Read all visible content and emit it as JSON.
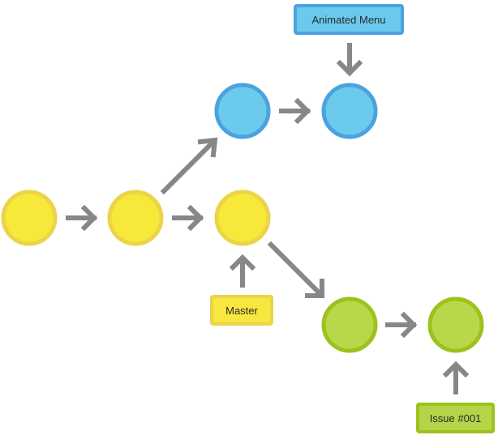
{
  "colors": {
    "yellow_fill": "#f7e83a",
    "yellow_border": "#ecd449",
    "blue_fill": "#6ccbec",
    "blue_border": "#4aa3de",
    "green_fill": "#b8d84a",
    "green_border": "#9cc21b",
    "arrow": "#878787"
  },
  "labels": {
    "animated_menu": "Animated Menu",
    "master": "Master",
    "issue": "Issue #001"
  },
  "nodes": [
    {
      "branch": "master",
      "color": "yellow"
    },
    {
      "branch": "master",
      "color": "yellow"
    },
    {
      "branch": "master",
      "color": "yellow"
    },
    {
      "branch": "animated-menu",
      "color": "blue"
    },
    {
      "branch": "animated-menu",
      "color": "blue"
    },
    {
      "branch": "issue-001",
      "color": "green"
    },
    {
      "branch": "issue-001",
      "color": "green"
    }
  ]
}
